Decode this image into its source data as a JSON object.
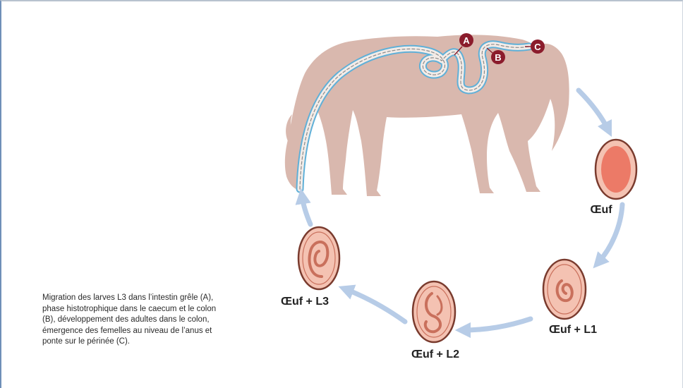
{
  "stages": [
    {
      "id": "egg",
      "label": "Œuf"
    },
    {
      "id": "egg-l1",
      "label": "Œuf + L1"
    },
    {
      "id": "egg-l2",
      "label": "Œuf + L2"
    },
    {
      "id": "egg-l3",
      "label": "Œuf + L3"
    }
  ],
  "markers": {
    "a": "A",
    "b": "B",
    "c": "C"
  },
  "caption": "Migration des larves L3 dans l’intestin grêle (A), phase histotrophique dans le caecum et le colon (B), développement des adultes dans le colon, émergence des femelles au niveau de l’anus et ponte sur le périnée (C).",
  "colors": {
    "horse": "#d9b8ae",
    "gut_outline": "#5fb0d8",
    "marker": "#8b1c2c",
    "arrow": "#b7cce7",
    "egg_fill": "#f4c2b2",
    "egg_inner": "#ec7a67",
    "egg_outline": "#7a3b2e"
  }
}
